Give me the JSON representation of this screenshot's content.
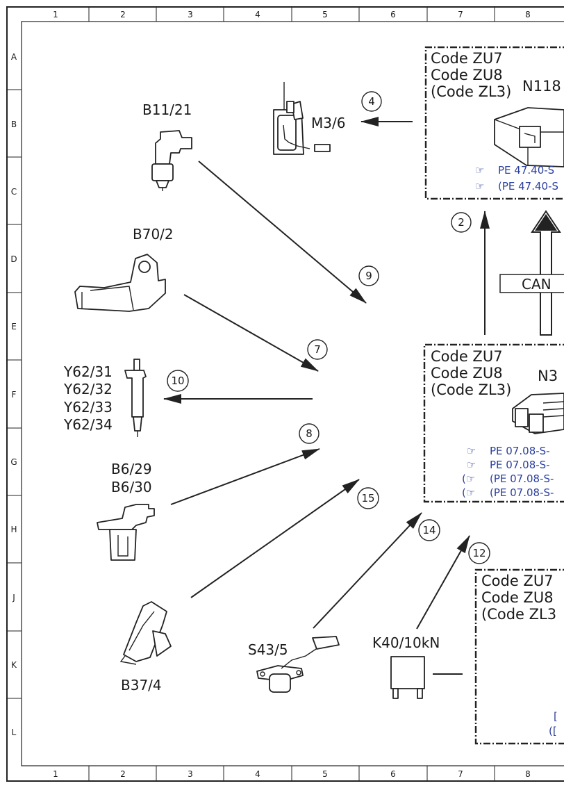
{
  "grid": {
    "columns": [
      "1",
      "2",
      "3",
      "4",
      "5",
      "6",
      "7",
      "8"
    ],
    "rows": [
      "A",
      "B",
      "C",
      "D",
      "E",
      "F",
      "G",
      "H",
      "J",
      "K",
      "L"
    ]
  },
  "components": {
    "b11_21": "B11/21",
    "m3_6": "M3/6",
    "b70_2": "B70/2",
    "y62_31": "Y62/31",
    "y62_32": "Y62/32",
    "y62_33": "Y62/33",
    "y62_34": "Y62/34",
    "b6_29": "B6/29",
    "b6_30": "B6/30",
    "b37_4": "B37/4",
    "s43_5": "S43/5",
    "k40_10kn": "K40/10kN"
  },
  "boxes": {
    "top": {
      "code1": "Code ZU7",
      "code2": "Code ZU8",
      "code3": "(Code ZL3)",
      "title": "N118",
      "refs": [
        "PE 47.40-S",
        "(PE 47.40-S"
      ]
    },
    "middle": {
      "code1": "Code ZU7",
      "code2": "Code ZU8",
      "code3": "(Code ZL3)",
      "title": "N3",
      "refs": [
        "PE 07.08-S-",
        "PE 07.08-S-",
        "(PE 07.08-S-",
        "(PE 07.08-S-"
      ]
    },
    "bottom": {
      "code1": "Code ZU7",
      "code2": "Code ZU8",
      "code3": "(Code ZL3"
    }
  },
  "bus_label": "CAN",
  "connection_numbers": {
    "n2": "2",
    "n4": "4",
    "n7": "7",
    "n8": "8",
    "n9": "9",
    "n10": "10",
    "n12": "12",
    "n14": "14",
    "n15": "15"
  },
  "colors": {
    "line": "#222222",
    "reference_link": "#2b3f9e",
    "background": "#ffffff"
  },
  "icons": {
    "reference": "pointing-hand-icon"
  }
}
